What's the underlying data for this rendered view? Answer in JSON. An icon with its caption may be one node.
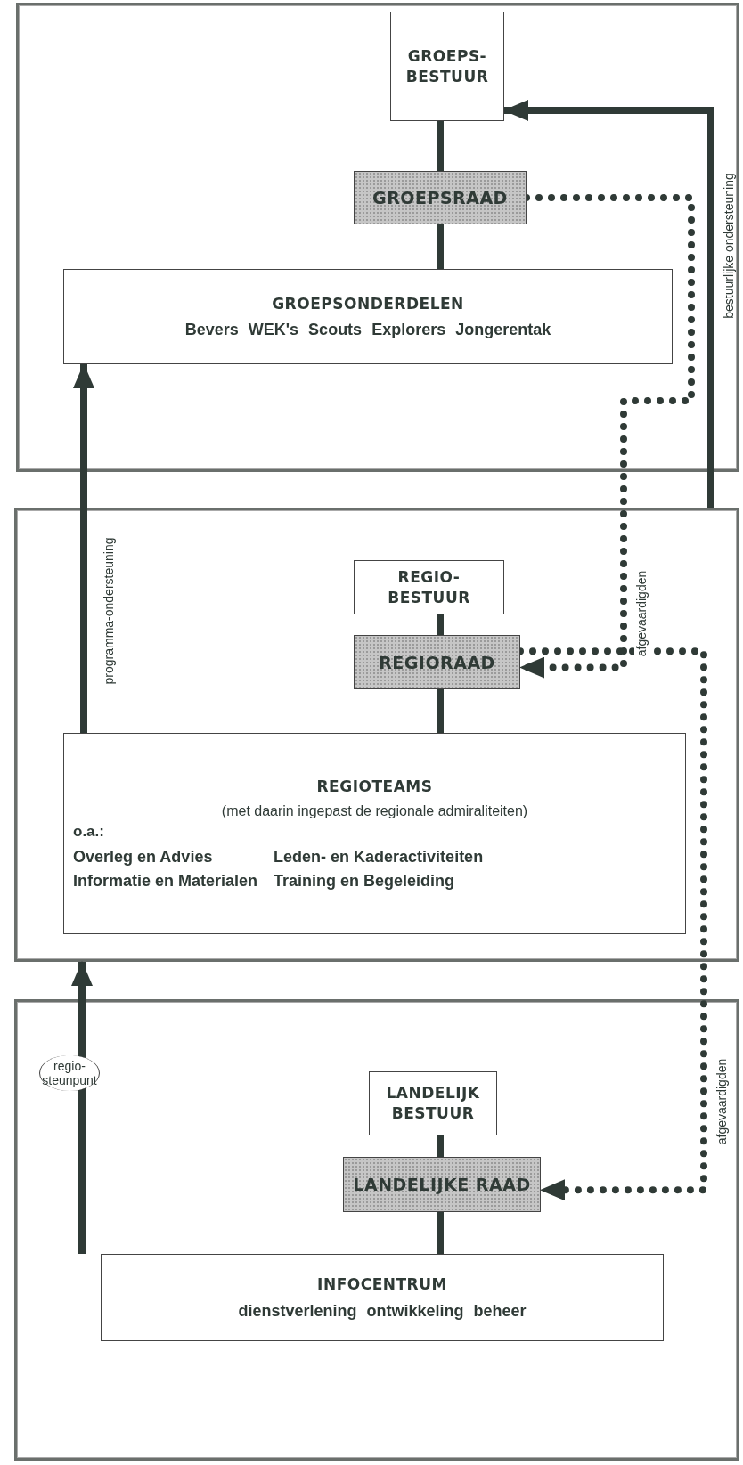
{
  "diagram": {
    "nodes": [
      {
        "text": [],
        "shape": "box"
      },
      {
        "text": [
          "GROEPS- BESTUUR"
        ],
        "in": 0
      },
      {
        "text": [
          "GROEPSRAAD"
        ],
        "in": 0
      },
      {
        "text": [
          "GROEPSONDERDELEN",
          "Bevers WEK's Scouts Explorers Jongerentak"
        ],
        "in": 0
      },
      {
        "text": [],
        "shape": "box"
      },
      {
        "text": [
          "REGIO- BESTUUR"
        ],
        "in": 4
      },
      {
        "text": [
          "REGIORAAD"
        ],
        "in": 4
      },
      {
        "text": [
          "REGIOTEAMS",
          "(met daarin ingepast de regionale admiraliteiten)",
          "o.a.:",
          "Overleg en Advies",
          "Leden- en Kaderactiviteiten",
          "Informatie en Materialen",
          "Training en Begeleiding"
        ],
        "in": 4
      },
      {
        "text": [],
        "shape": "box"
      },
      {
        "text": [
          "LANDELIJK BESTUUR"
        ],
        "in": 8
      },
      {
        "text": [
          "LANDELIJKE RAAD"
        ],
        "in": 8
      },
      {
        "text": [
          "INFOCENTRUM",
          "dienstverlening ontwikkeling beheer"
        ],
        "in": 8
      }
    ],
    "edges": [
      {
        "from": 1,
        "to": 2,
        "arrow": "none"
      },
      {
        "from": 2,
        "to": 3,
        "arrow": "none"
      },
      {
        "from": 5,
        "to": 6,
        "arrow": "none"
      },
      {
        "from": 6,
        "to": 7,
        "arrow": "none"
      },
      {
        "from": 9,
        "to": 10,
        "arrow": "none"
      },
      {
        "from": 10,
        "to": 11,
        "arrow": "none"
      },
      {
        "from": 4,
        "to": 1,
        "arrow": "to",
        "label": "bestuurlijke ondersteuning"
      },
      {
        "from": 2,
        "to": 6,
        "arrow": "to",
        "label": "afgevaardigden",
        "style": "dashed"
      },
      {
        "from": 7,
        "to": 3,
        "arrow": "to",
        "label": "programma-ondersteuning"
      },
      {
        "from": 6,
        "to": 10,
        "arrow": "to",
        "label": "afgevaardigden",
        "style": "dashed"
      },
      {
        "from": 11,
        "to": 4,
        "arrow": "to",
        "label": "regio- steunpunt"
      }
    ]
  }
}
